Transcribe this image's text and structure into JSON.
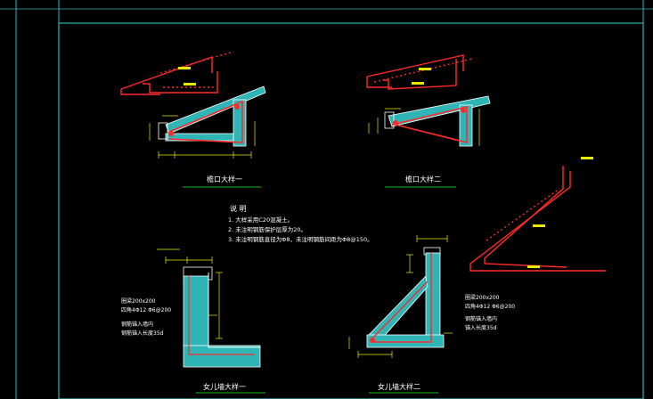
{
  "colors": {
    "background": "#000000",
    "frame": "#2fb5b5",
    "outline": "#ffffff",
    "concrete": "#38b8b8",
    "rebar": "#ff2a2a",
    "dimension": "#e8e800",
    "title_underline": "#18b818"
  },
  "details": {
    "eave_1": {
      "title": "檐口大样一"
    },
    "eave_2": {
      "title": "檐口大样二"
    },
    "parapet_1": {
      "title": "女儿墙大样一"
    },
    "parapet_2": {
      "title": "女儿墙大样二"
    }
  },
  "notes": {
    "heading": "说 明",
    "items": [
      "1. 大样采用C20混凝土。",
      "2. 未注明钢筋保护层厚为20。",
      "3. 未注明钢筋直径为Φ8，未注明钢筋间距为Φ8@150。"
    ]
  },
  "annotations": {
    "parapet_1_beam": "圈梁200x200",
    "parapet_1_beam_bars": "四角4Φ12 Φ6@200",
    "parapet_1_anchor": "钢筋锚入墙内",
    "parapet_1_anchor_len": "钢筋锚入长度35d",
    "parapet_2_beam": "圈梁200x200",
    "parapet_2_beam_bars": "四角4Φ12 Φ6@200",
    "parapet_2_anchor": "钢筋锚入墙内",
    "parapet_2_anchor_len": "锚入长度35d"
  }
}
